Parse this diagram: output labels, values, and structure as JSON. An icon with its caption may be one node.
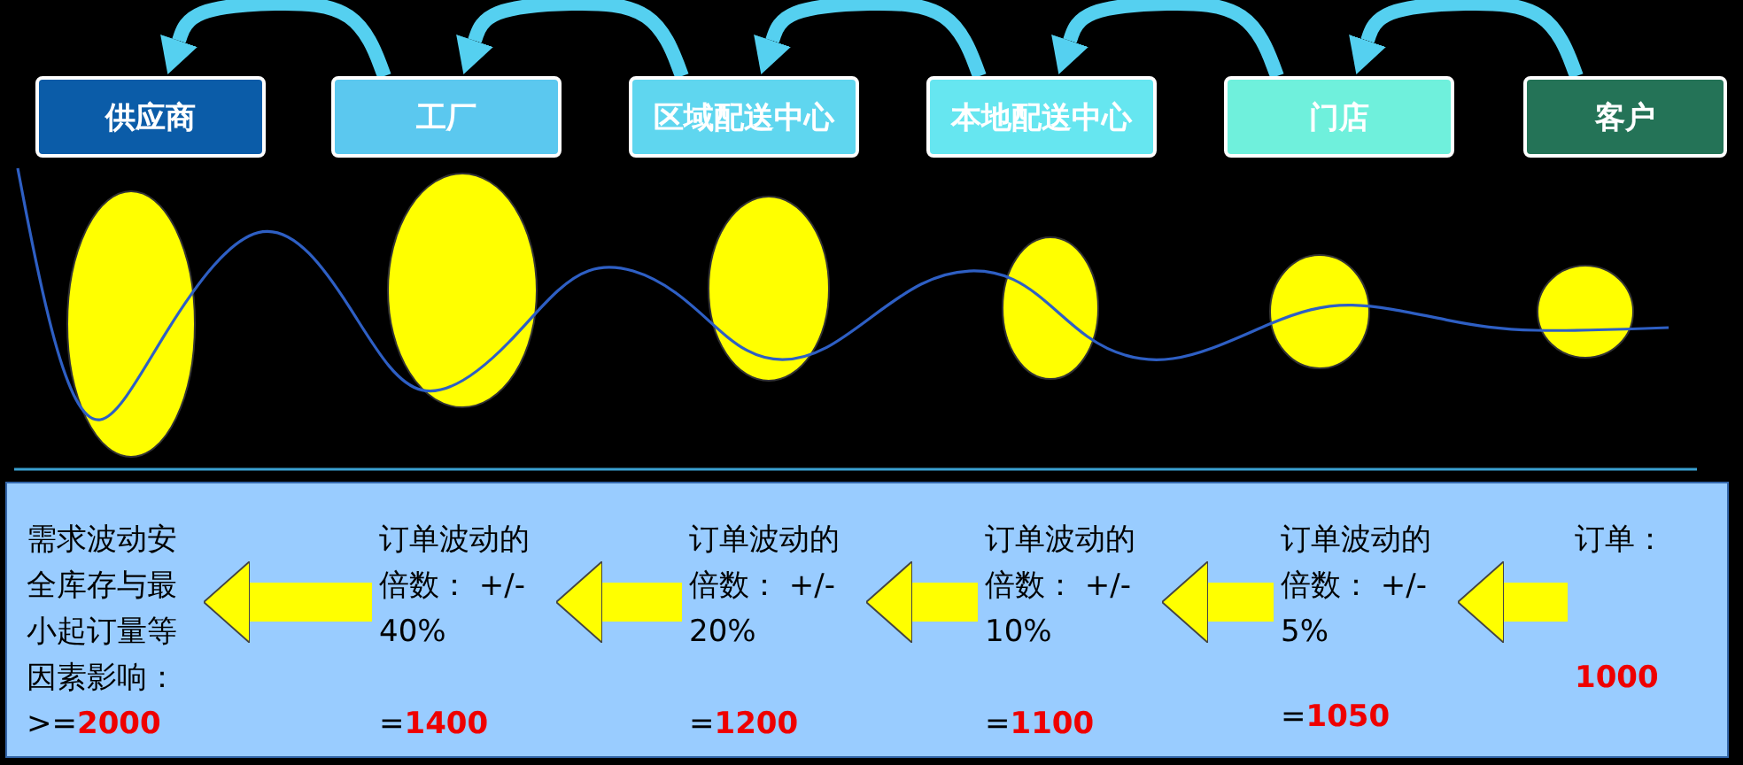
{
  "diagram": {
    "nodes": [
      {
        "text": [
          "供应商"
        ]
      },
      {
        "text": [
          "工厂"
        ]
      },
      {
        "text": [
          "区域配送中心"
        ]
      },
      {
        "text": [
          "本地配送中心"
        ]
      },
      {
        "text": [
          "门店"
        ]
      },
      {
        "text": [
          "客户"
        ]
      },
      {
        "text": [],
        "shape": "box"
      },
      {
        "text": [
          "需求波动安全库存与最小起订量等因素影响：",
          ">=**2000**"
        ],
        "in": 6
      },
      {
        "text": [
          "订单波动的倍数： +/- 40%",
          "=**1400**"
        ],
        "in": 6
      },
      {
        "text": [
          "订单波动的倍数： +/- 20%",
          "=**1200**"
        ],
        "in": 6
      },
      {
        "text": [
          "订单波动的倍数： +/- 10%",
          "=**1100**"
        ],
        "in": 6
      },
      {
        "text": [
          "订单波动的倍数： +/- 5%",
          "=**1050**"
        ],
        "in": 6
      },
      {
        "text": [
          "订单：",
          "1000"
        ],
        "in": 6
      }
    ],
    "edges": [
      {
        "from": 5,
        "to": 4,
        "arrow": "to"
      },
      {
        "from": 4,
        "to": 3,
        "arrow": "to"
      },
      {
        "from": 3,
        "to": 2,
        "arrow": "to"
      },
      {
        "from": 2,
        "to": 1,
        "arrow": "to"
      },
      {
        "from": 1,
        "to": 0,
        "arrow": "to"
      },
      {
        "from": 12,
        "to": 11,
        "arrow": "to",
        "style": "thick",
        "color": "#ffff00"
      },
      {
        "from": 11,
        "to": 10,
        "arrow": "to",
        "style": "thick",
        "color": "#ffff00"
      },
      {
        "from": 10,
        "to": 9,
        "arrow": "to",
        "style": "thick",
        "color": "#ffff00"
      },
      {
        "from": 9,
        "to": 8,
        "arrow": "to",
        "style": "thick",
        "color": "#ffff00"
      },
      {
        "from": 8,
        "to": 7,
        "arrow": "to",
        "style": "thick",
        "color": "#ffff00"
      }
    ]
  }
}
